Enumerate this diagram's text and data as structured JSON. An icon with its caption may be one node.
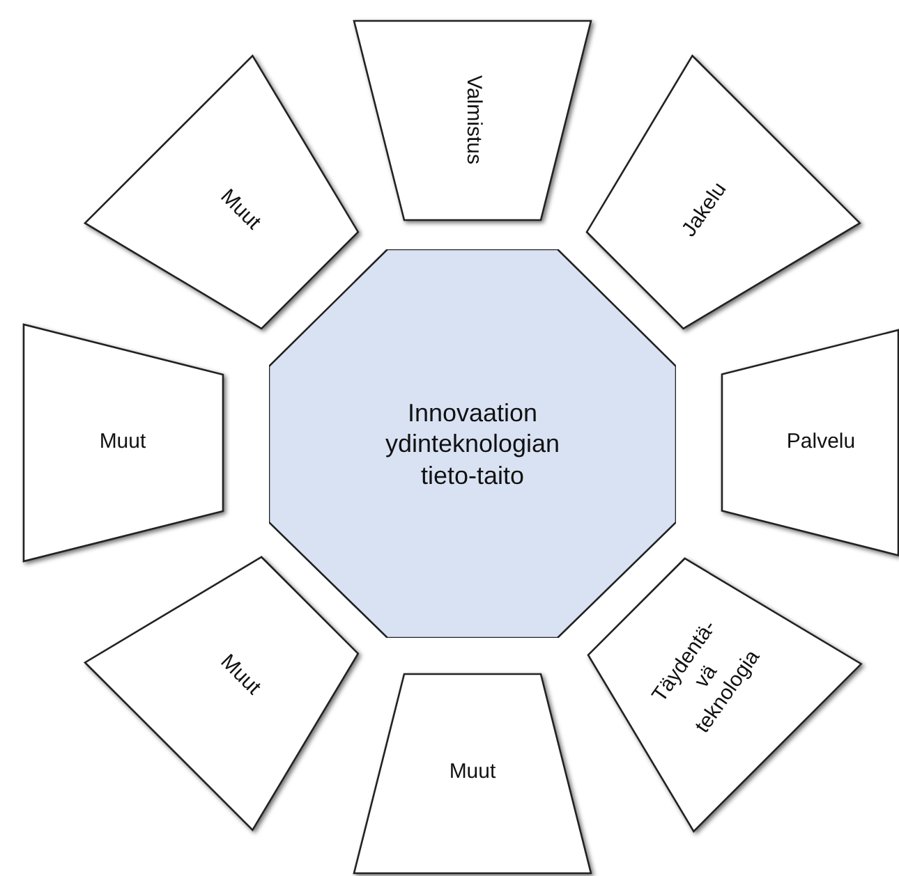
{
  "diagram": {
    "nodes": [
      {
        "text": [
          "Valmistus"
        ]
      },
      {
        "text": [
          "Muut"
        ]
      },
      {
        "text": [
          "Jakelu"
        ]
      },
      {
        "text": [
          "Muut"
        ]
      },
      {
        "text": [
          "Innovaation ydinteknologian tieto-taito"
        ]
      },
      {
        "text": [
          "Palvelu"
        ]
      },
      {
        "text": [
          "Muut"
        ]
      },
      {
        "text": [
          "Täydentä- vä teknologia"
        ]
      },
      {
        "text": [
          "Muut"
        ]
      }
    ]
  }
}
